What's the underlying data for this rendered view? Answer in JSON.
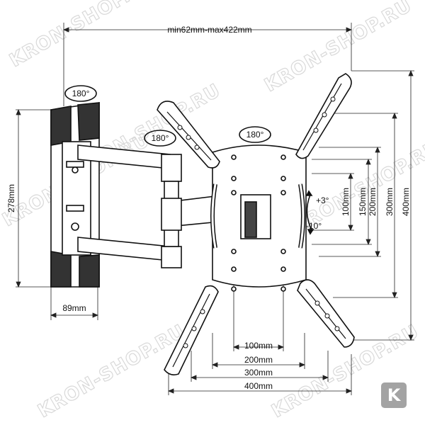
{
  "watermark": "KRON-SHOP.RU",
  "badge_letter": "K",
  "dimensions": {
    "span": "min62mm-max422mm",
    "wall_height": "278mm",
    "wall_depth": "89mm",
    "h100": "100mm",
    "h200": "200mm",
    "h300": "300mm",
    "h400": "400mm",
    "v100": "100mm",
    "v150": "150mm",
    "v200": "200mm",
    "v300": "300mm",
    "v400": "400mm"
  },
  "angles": {
    "rot_wall": "180°",
    "rot_arm": "180°",
    "rot_plate": "180°",
    "tilt_up": "+3°",
    "tilt_down": "-10°"
  }
}
